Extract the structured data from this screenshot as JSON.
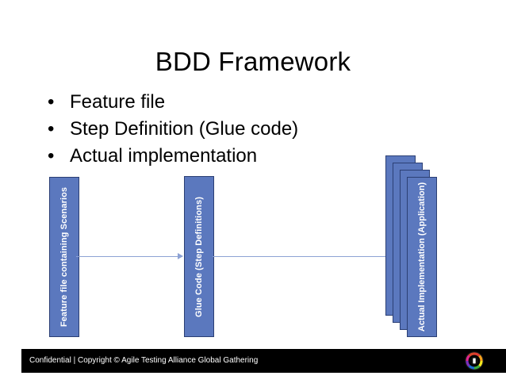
{
  "slide": {
    "title": "BDD Framework",
    "background_color": "#ffffff"
  },
  "bullets": [
    {
      "marker": "•",
      "text": "Feature file"
    },
    {
      "marker": "•",
      "text": "Step Definition (Glue code)"
    },
    {
      "marker": "•",
      "text": "Actual implementation"
    }
  ],
  "diagram": {
    "box_fill_color": "#5B78BE",
    "box_border_color": "#2B3F74",
    "connector_color": "#8DA2D4",
    "boxes": [
      {
        "id": "feature",
        "label": "Feature file containing Scenarios"
      },
      {
        "id": "glue",
        "label": "Glue Code (Step Definitions)"
      },
      {
        "id": "implementation",
        "label": "Actual Implementation (Application)"
      }
    ],
    "stack_count": 4,
    "connectors": [
      {
        "from": "feature",
        "to": "glue",
        "has_arrowhead": true
      },
      {
        "from": "glue",
        "to": "implementation",
        "has_arrowhead": false
      }
    ]
  },
  "footer": {
    "text": "Confidential  |  Copyright © Agile Testing Alliance Global Gathering",
    "background_color": "#000000",
    "text_color": "#ffffff",
    "logo_name": "ata-ring-logo"
  }
}
